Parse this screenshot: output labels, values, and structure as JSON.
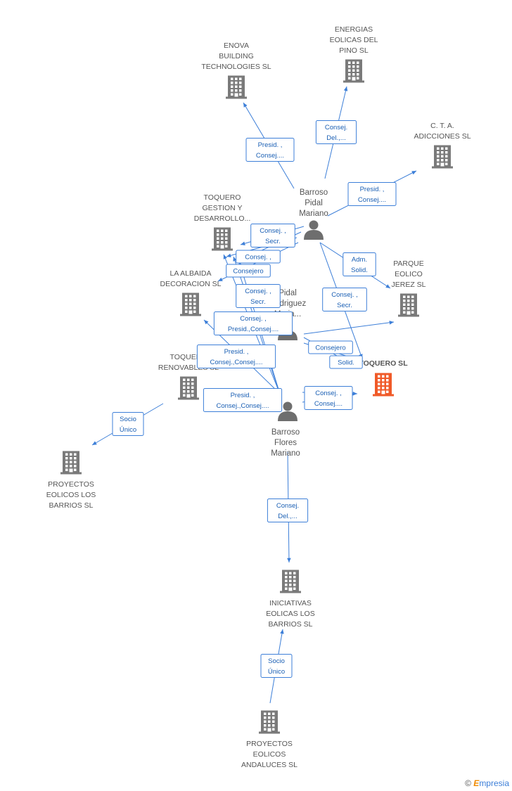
{
  "colors": {
    "edge": "#3d7fd8",
    "company": "#7a7a7a",
    "focus_company": "#f05a28",
    "person": "#6e6e6e"
  },
  "companies": [
    {
      "id": "enova",
      "lines": [
        "ENOVA",
        "BUILDING",
        "TECHNOLOGIES SL"
      ],
      "icon": "building-icon"
    },
    {
      "id": "energias",
      "lines": [
        "ENERGIAS",
        "EOLICAS DEL",
        "PINO SL"
      ],
      "icon": "building-icon"
    },
    {
      "id": "cta",
      "lines": [
        "C.  T.  A.",
        "ADICCIONES SL"
      ],
      "icon": "building-icon"
    },
    {
      "id": "toquero-gestion",
      "lines": [
        "TOQUERO",
        "GESTION Y",
        "DESARROLLO..."
      ],
      "icon": "building-icon"
    },
    {
      "id": "albaida",
      "lines": [
        "LA ALBAIDA",
        "DECORACION SL"
      ],
      "icon": "building-icon"
    },
    {
      "id": "parque",
      "lines": [
        "PARQUE",
        "EOLICO",
        "JEREZ SL"
      ],
      "icon": "building-icon"
    },
    {
      "id": "toquero-sl",
      "lines": [
        "TOQUERO SL"
      ],
      "icon": "building-icon",
      "focus": true
    },
    {
      "id": "toquero-renovables",
      "lines": [
        "TOQUERO",
        "RENOVABLES SL"
      ],
      "icon": "building-icon"
    },
    {
      "id": "proyectos-barrios",
      "lines": [
        "PROYECTOS",
        "EOLICOS LOS",
        "BARRIOS SL"
      ],
      "icon": "building-icon"
    },
    {
      "id": "iniciativas",
      "lines": [
        "INICIATIVAS",
        "EOLICAS LOS",
        "BARRIOS SL"
      ],
      "icon": "building-icon"
    },
    {
      "id": "proyectos-andaluces",
      "lines": [
        "PROYECTOS",
        "EOLICOS",
        "ANDALUCES SL"
      ],
      "icon": "building-icon"
    }
  ],
  "persons": [
    {
      "id": "barroso-pidal",
      "lines": [
        "Barroso",
        "Pidal",
        "Mariano"
      ],
      "icon": "person-icon"
    },
    {
      "id": "pidal-rodriguez",
      "lines": [
        "Pidal",
        "Rodriguez",
        "Maria..."
      ],
      "icon": "person-icon"
    },
    {
      "id": "barroso-flores",
      "lines": [
        "Barroso",
        "Flores",
        "Mariano"
      ],
      "icon": "person-icon"
    }
  ],
  "relations": [
    {
      "id": "r1",
      "lines": [
        "Presid. ,",
        "Consej...."
      ]
    },
    {
      "id": "r2",
      "lines": [
        "Consej.",
        "Del.,..."
      ]
    },
    {
      "id": "r3",
      "lines": [
        "Presid. ,",
        "Consej...."
      ]
    },
    {
      "id": "r4",
      "lines": [
        "Consej. ,",
        "Secr."
      ]
    },
    {
      "id": "r5",
      "lines": [
        "Consej. ,"
      ]
    },
    {
      "id": "r6",
      "lines": [
        "Consejero"
      ]
    },
    {
      "id": "r7",
      "lines": [
        "Adm.",
        "Solid."
      ]
    },
    {
      "id": "r8",
      "lines": [
        "Consej. ,",
        "Secr."
      ]
    },
    {
      "id": "r9",
      "lines": [
        "Consej. ,",
        "Secr."
      ]
    },
    {
      "id": "r10",
      "lines": [
        "Consej. ,",
        "Presid.,Consej...."
      ]
    },
    {
      "id": "r11",
      "lines": [
        "Consejero"
      ]
    },
    {
      "id": "r12",
      "lines": [
        "Solid."
      ]
    },
    {
      "id": "r13",
      "lines": [
        "Presid. ,",
        "Consej.,Consej...."
      ]
    },
    {
      "id": "r14",
      "lines": [
        "Presid. ,",
        "Consej.,Consej...."
      ]
    },
    {
      "id": "r15",
      "lines": [
        "Consej. ,",
        "Consej...."
      ]
    },
    {
      "id": "r16",
      "lines": [
        "Socio",
        "Único"
      ]
    },
    {
      "id": "r17",
      "lines": [
        "Consej.",
        "Del.,..."
      ]
    },
    {
      "id": "r18",
      "lines": [
        "Socio",
        "Único"
      ]
    }
  ],
  "brand": {
    "copyright": "©",
    "initial": "E",
    "name": "mpresia"
  }
}
